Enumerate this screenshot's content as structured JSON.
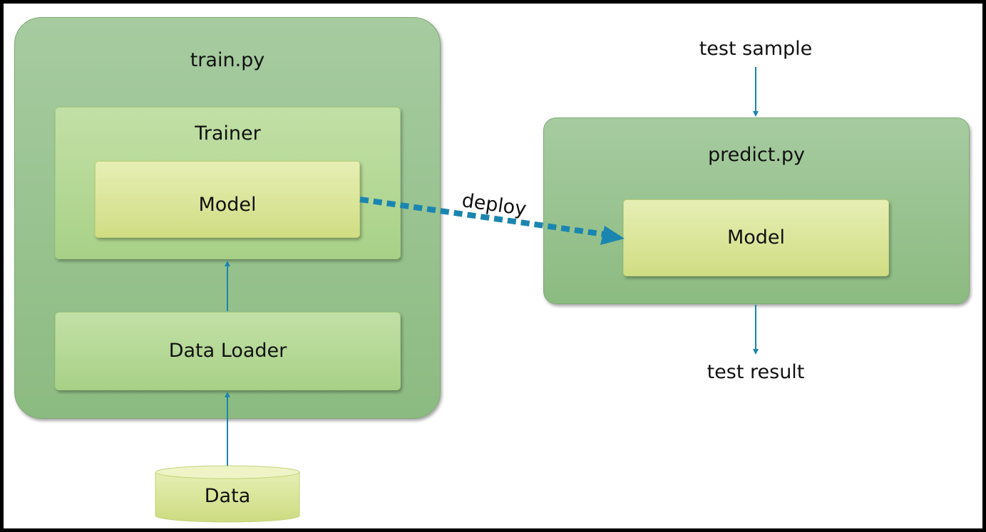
{
  "train": {
    "title": "train.py",
    "trainer": {
      "title": "Trainer",
      "model_label": "Model"
    },
    "data_loader_label": "Data Loader"
  },
  "data_label": "Data",
  "predict": {
    "title": "predict.py",
    "model_label": "Model"
  },
  "deploy_label": "deploy",
  "test_sample_label": "test sample",
  "test_result_label": "test result",
  "colors": {
    "arrow": "#1a86b0",
    "outer_box": "#9cc492",
    "mid_box": "#b6d99a",
    "inner_box": "#dde8a2",
    "border": "#000000"
  }
}
